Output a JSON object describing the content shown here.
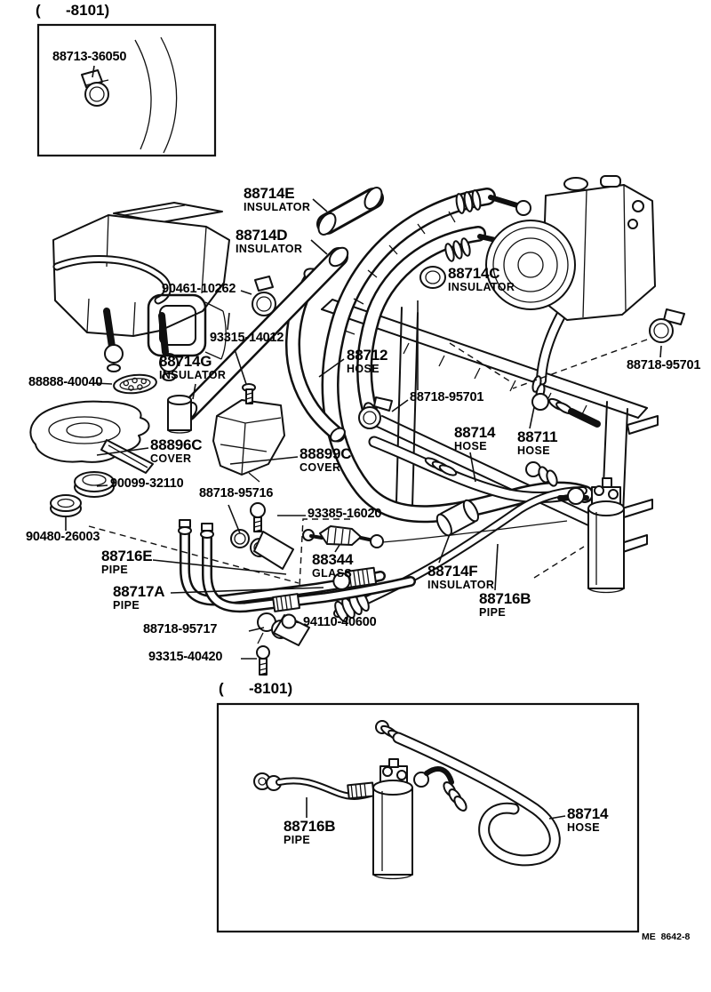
{
  "page": {
    "top_inset": {
      "range_label": "(      -8101)"
    },
    "bottom_inset": {
      "range_label": "(      -8101)"
    },
    "footer_code": "ME  8642-8",
    "labels": {
      "p88713_36050": {
        "num": "88713-36050"
      },
      "p88714e": {
        "num": "88714E",
        "sub": "INSULATOR"
      },
      "p88714d": {
        "num": "88714D",
        "sub": "INSULATOR"
      },
      "p88714c": {
        "num": "88714C",
        "sub": "INSULATOR"
      },
      "p90461_10262": {
        "num": "90461-10262"
      },
      "p93315_14012": {
        "num": "93315-14012"
      },
      "p88712": {
        "num": "88712",
        "sub": "HOSE"
      },
      "p88718_95701_a": {
        "num": "88718-95701"
      },
      "p88718_95701_b": {
        "num": "88718-95701"
      },
      "p88714g": {
        "num": "88714G",
        "sub": "INSULATOR"
      },
      "p88888_40040": {
        "num": "88888-40040"
      },
      "p88714": {
        "num": "88714",
        "sub": "HOSE"
      },
      "p88711": {
        "num": "88711",
        "sub": "HOSE"
      },
      "p88896c": {
        "num": "88896C",
        "sub": "COVER"
      },
      "p88899c": {
        "num": "88899C",
        "sub": "COVER"
      },
      "p90099_32110": {
        "num": "90099-32110"
      },
      "p88718_95716": {
        "num": "88718-95716"
      },
      "p93385_16020": {
        "num": "93385-16020"
      },
      "p90480_26003": {
        "num": "90480-26003"
      },
      "p88716e": {
        "num": "88716E",
        "sub": "PIPE"
      },
      "p88344": {
        "num": "88344",
        "sub": "GLASS"
      },
      "p88714f": {
        "num": "88714F",
        "sub": "INSULATOR"
      },
      "p88717a": {
        "num": "88717A",
        "sub": "PIPE"
      },
      "p88716b": {
        "num": "88716B",
        "sub": "PIPE"
      },
      "p88718_95717": {
        "num": "88718-95717"
      },
      "p94110_40600": {
        "num": "94110-40600"
      },
      "p93315_40420": {
        "num": "93315-40420"
      },
      "b88716b": {
        "num": "88716B",
        "sub": "PIPE"
      },
      "b88714": {
        "num": "88714",
        "sub": "HOSE"
      }
    }
  }
}
